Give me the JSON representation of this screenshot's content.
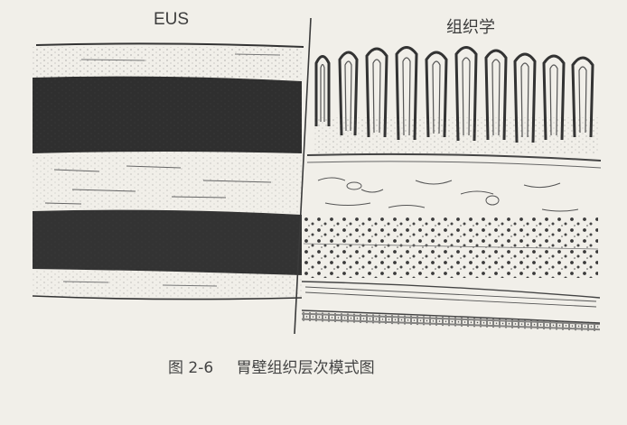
{
  "labels": {
    "left": "EUS",
    "right": "组织学"
  },
  "caption": {
    "figure": "图 2-6",
    "title": "胃壁组织层次模式图"
  }
}
